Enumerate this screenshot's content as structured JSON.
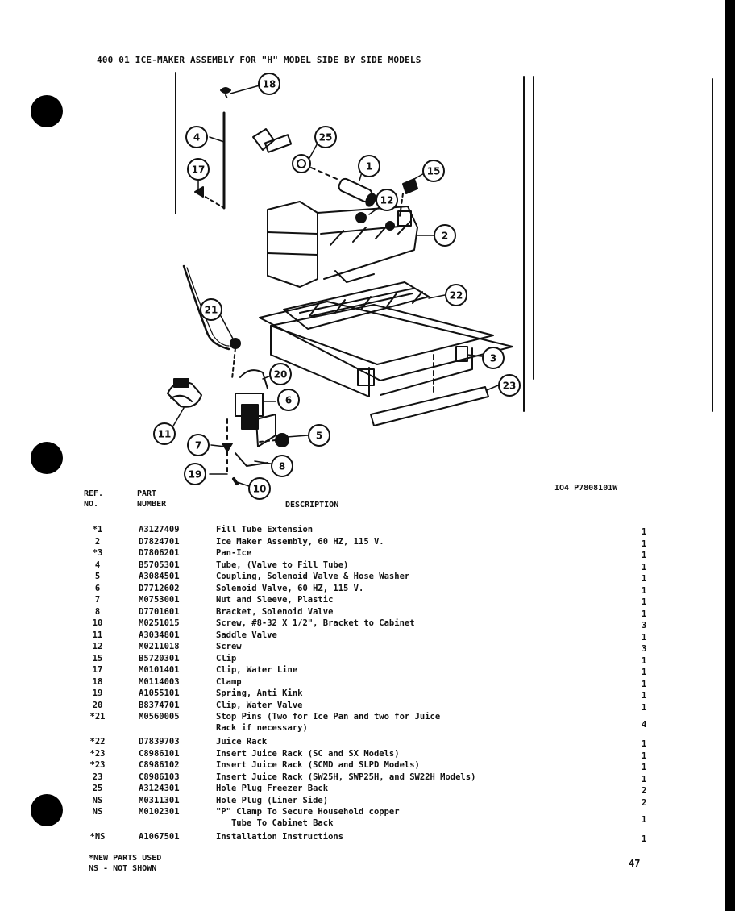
{
  "title": "400 01 ICE-MAKER ASSEMBLY FOR \"H\" MODEL SIDE BY SIDE MODELS",
  "diagram": {
    "callouts": [
      "18",
      "4",
      "25",
      "1",
      "15",
      "17",
      "12",
      "2",
      "22",
      "21",
      "3",
      "20",
      "23",
      "6",
      "11",
      "5",
      "7",
      "8",
      "19",
      "10"
    ]
  },
  "columns": {
    "ref": "REF.\nNO.",
    "part": "PART\nNUMBER",
    "description": "DESCRIPTION"
  },
  "doc_number": "IO4 P7808101W",
  "rows": [
    {
      "ref": "*1",
      "part": "A3127409",
      "desc": "Fill Tube Extension",
      "qty": "1"
    },
    {
      "ref": "2",
      "part": "D7824701",
      "desc": "Ice Maker Assembly, 60 HZ, 115 V.",
      "qty": "1"
    },
    {
      "ref": "*3",
      "part": "D7806201",
      "desc": "Pan-Ice",
      "qty": "1"
    },
    {
      "ref": "4",
      "part": "B5705301",
      "desc": "Tube, (Valve to Fill Tube)",
      "qty": "1"
    },
    {
      "ref": "5",
      "part": "A3084501",
      "desc": "Coupling, Solenoid Valve & Hose Washer",
      "qty": "1"
    },
    {
      "ref": "6",
      "part": "D7712602",
      "desc": "Solenoid Valve, 60 HZ, 115 V.",
      "qty": "1"
    },
    {
      "ref": "7",
      "part": "M0753001",
      "desc": "Nut and Sleeve, Plastic",
      "qty": "1"
    },
    {
      "ref": "8",
      "part": "D7701601",
      "desc": "Bracket, Solenoid Valve",
      "qty": "1"
    },
    {
      "ref": "10",
      "part": "M0251015",
      "desc": "Screw, #8-32 X 1/2\", Bracket to Cabinet",
      "qty": "3"
    },
    {
      "ref": "11",
      "part": "A3034801",
      "desc": "Saddle Valve",
      "qty": "1"
    },
    {
      "ref": "12",
      "part": "M0211018",
      "desc": "Screw",
      "qty": "3"
    },
    {
      "ref": "15",
      "part": "B5720301",
      "desc": "Clip",
      "qty": "1"
    },
    {
      "ref": "17",
      "part": "M0101401",
      "desc": "Clip, Water Line",
      "qty": "1"
    },
    {
      "ref": "18",
      "part": "M0114003",
      "desc": "Clamp",
      "qty": "1"
    },
    {
      "ref": "19",
      "part": "A1055101",
      "desc": "Spring, Anti Kink",
      "qty": "1"
    },
    {
      "ref": "20",
      "part": "B8374701",
      "desc": "Clip, Water Valve",
      "qty": "1"
    },
    {
      "ref": "*21",
      "part": "M0560005",
      "desc": "Stop Pins (Two for Ice Pan and two for Juice\nRack if necessary)",
      "qty": "4",
      "tall": true
    },
    {
      "ref": "*22",
      "part": "D7839703",
      "desc": "Juice Rack",
      "qty": "1"
    },
    {
      "ref": "*23",
      "part": "C8986101",
      "desc": "Insert Juice Rack (SC and SX Models)",
      "qty": "1"
    },
    {
      "ref": "*23",
      "part": "C8986102",
      "desc": "Insert Juice Rack (SCMD and SLPD Models)",
      "qty": "1"
    },
    {
      "ref": "23",
      "part": "C8986103",
      "desc": "Insert Juice Rack (SW25H, SWP25H, and SW22H Models)",
      "qty": "1"
    },
    {
      "ref": "25",
      "part": "A3124301",
      "desc": "Hole Plug Freezer Back",
      "qty": "2"
    },
    {
      "ref": "NS",
      "part": "M0311301",
      "desc": "Hole Plug (Liner Side)",
      "qty": "2"
    },
    {
      "ref": "NS",
      "part": "M0102301",
      "desc": "\"P\" Clamp To Secure Household copper\n   Tube To Cabinet Back",
      "qty": "1",
      "tall": true
    },
    {
      "ref": "*NS",
      "part": "A1067501",
      "desc": "Installation Instructions",
      "qty": "1"
    }
  ],
  "footnote": "*NEW PARTS USED\nNS - NOT SHOWN",
  "page_number": "47",
  "colors": {
    "ink": "#111111",
    "paper": "#ffffff",
    "border": "#000000"
  }
}
